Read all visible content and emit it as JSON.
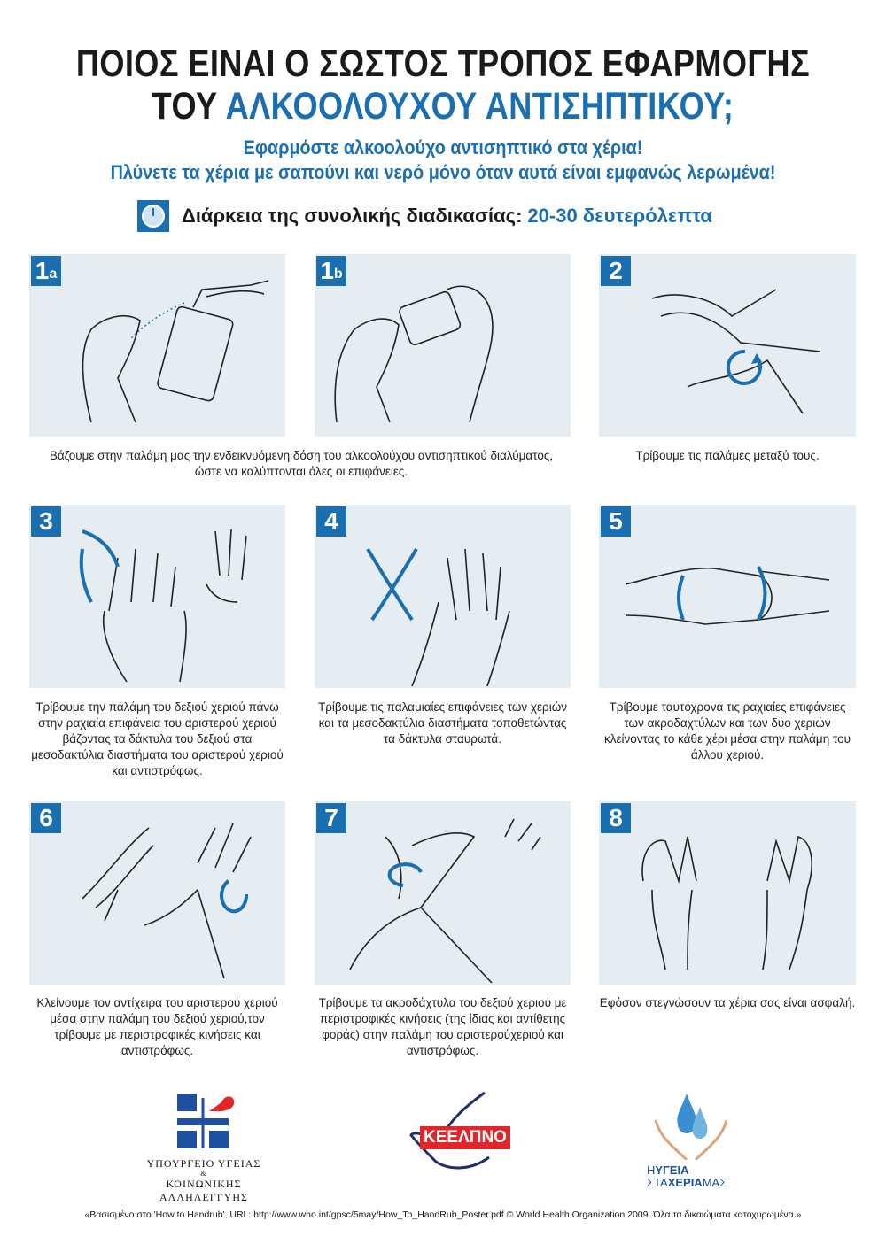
{
  "header": {
    "title_line1": "ΠΟΙΟΣ ΕΙΝΑΙ Ο ΣΩΣΤΟΣ ΤΡΟΠΟΣ ΕΦΑΡΜΟΓΗΣ",
    "title_line2_prefix": "ΤΟΥ",
    "title_line2_highlight": "ΑΛΚΟΟΛΟΥΧΟΥ ΑΝΤΙΣΗΠΤΙΚΟΥ;",
    "subtitle1": "Εφαρμόστε αλκοολούχο αντισηπτικό στα χέρια!",
    "subtitle2": "Πλύνετε τα χέρια με σαπούνι και νερό μόνο όταν αυτά είναι εμφανώς λερωμένα!",
    "duration_label": "Διάρκεια της συνολικής διαδικασίας:",
    "duration_value": "20-30 δευτερόλεπτα",
    "clock_icon": "clock-icon"
  },
  "steps": [
    {
      "num": "1",
      "sub": "a"
    },
    {
      "num": "1",
      "sub": "b"
    },
    {
      "num": "2",
      "caption": "Τρίβουμε τις παλάμες μεταξύ τους."
    },
    {
      "num": "3",
      "caption": "Τρίβουμε την παλάμη του δεξιού χεριού πάνω στην ραχιαία επιφάνεια του αριστερού χεριού βάζοντας τα δάκτυλα του δεξιού στα μεσοδακτύλια διαστήματα του αριστερού χεριού και αντιστρόφως."
    },
    {
      "num": "4",
      "caption": "Τρίβουμε τις παλαμιαίες επιφάνειες των χεριών και τα μεσοδακτύλια διαστήματα τοποθετώντας τα δάκτυλα σταυρωτά."
    },
    {
      "num": "5",
      "caption": "Τρίβουμε ταυτόχρονα τις ραχιαίες επιφάνειες των ακροδαχτύλων και των δύο χεριών κλείνοντας το κάθε χέρι μέσα στην παλάμη του άλλου χεριού."
    },
    {
      "num": "6",
      "caption": "Κλείνουμε τον αντίχειρα του αριστερού χεριού μέσα στην παλάμη του δεξιού χεριού,τον τρίβουμε με περιστροφικές κινήσεις και αντιστρόφως."
    },
    {
      "num": "7",
      "caption": "Τρίβουμε τα ακροδάχτυλα του δεξιού χεριού με περιστροφικές κινήσεις (της ίδιας και αντίθετης φοράς) στην παλάμη του αριστερούχεριού και αντιστρόφως."
    },
    {
      "num": "8",
      "caption": "Εφόσον στεγνώσουν τα χέρια σας είναι ασφαλή."
    }
  ],
  "step1_caption": "Βάζουμε στην παλάμη μας την ενδεικνυόμενη  δόση  του αλκοολούχου αντισηπτικού διαλύματος, ώστε να καλύπτονται όλες οι επιφάνειες.",
  "logos": {
    "ministry_line1": "ΥΠΟΥΡΓΕΙΟ ΥΓΕΙΑΣ",
    "ministry_amp": "&",
    "ministry_line2": "ΚΟΙΝΩΝΙΚΗΣ ΑΛΛΗΛΕΓΓΥΗΣ",
    "keelpno": "ΚΕΕΛΠΝΟ",
    "campaign_line1_a": "Η",
    "campaign_line1_b": "ΥΓΕΙΑ",
    "campaign_line2_a": "ΣΤΑ",
    "campaign_line2_b": "ΧΕΡΙΑ",
    "campaign_line2_c": "ΜΑΣ"
  },
  "footer": "«Βασισμένο στο 'How to Handrub', URL: http://www.who.int/gpsc/5may/How_To_HandRub_Poster.pdf © World Health Organization 2009. Όλα τα δικαιώματα κατοχυρωμένα.»",
  "colors": {
    "accent": "#1a6fb0",
    "panel": "#e5edf2",
    "red": "#e0252b"
  }
}
